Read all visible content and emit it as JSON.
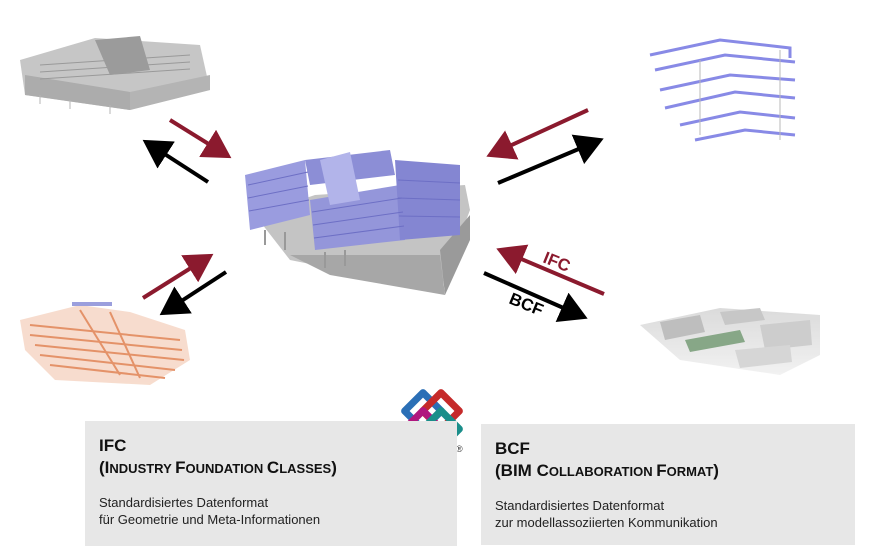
{
  "labels": {
    "ifc_arrow": "IFC",
    "bcf_arrow": "BCF"
  },
  "ifc_panel": {
    "title": "IFC",
    "sub_open": "(",
    "sub_parts": [
      {
        "cap": "I",
        "rest": "NDUSTRY "
      },
      {
        "cap": "F",
        "rest": "OUNDATION "
      },
      {
        "cap": "C",
        "rest": "LASSES"
      }
    ],
    "sub_close": ")",
    "desc_line1": "Standardisiertes Datenformat",
    "desc_line2": "für Geometrie und Meta-Informationen"
  },
  "bcf_panel": {
    "title": "BCF",
    "sub_open": "(",
    "sub_parts": [
      {
        "cap": "BIM ",
        "rest": ""
      },
      {
        "cap": "C",
        "rest": "OLLABORATION "
      },
      {
        "cap": "F",
        "rest": "ORMAT"
      }
    ],
    "sub_close": ")",
    "desc_line1": "Standardisiertes Datenformat",
    "desc_line2": "zur modellassoziierten Kommunikation"
  },
  "logo": {
    "mark": "®"
  },
  "colors": {
    "arrow_red": "#8b1a2e",
    "arrow_black": "#000000",
    "panel_bg": "#e7e7e7",
    "model_blue": "#8c8ed6",
    "model_orange": "#e8946a",
    "logo_blue": "#2b6fb6",
    "logo_magenta": "#b0177e",
    "logo_teal": "#1a8e8a",
    "logo_red": "#c52a2a"
  }
}
